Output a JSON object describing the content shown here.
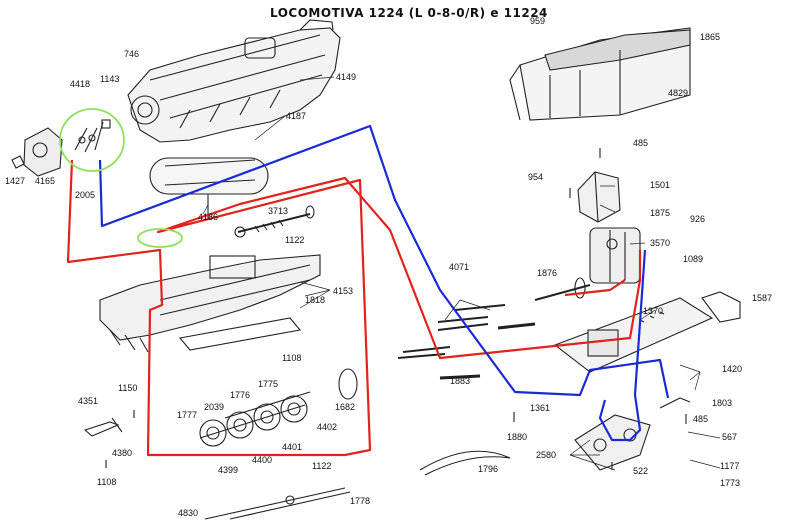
{
  "title": "LOCOMOTIVA 1224 (L 0-8-0/R) e 11224",
  "colors": {
    "ink": "#222222",
    "red_wire": "#e0231c",
    "blue_wire": "#1a2bd6",
    "highlight_circle": "#8fe05a"
  },
  "labels": {
    "p746": "746",
    "p4418": "4418",
    "p1143": "1143",
    "p4149": "4149",
    "p4187": "4187",
    "p4165": "4165",
    "p1427": "1427",
    "p2005": "2005",
    "p4186": "4186",
    "p3713": "3713",
    "p1122a": "1122",
    "p4153": "4153",
    "p1818": "1818",
    "p1108a": "1108",
    "p4071": "4071",
    "p1883": "1883",
    "p1361": "1361",
    "p1880": "1880",
    "p1796": "1796",
    "p1682": "1682",
    "p4351": "4351",
    "p1150": "1150",
    "p4380": "4380",
    "p1108b": "1108",
    "p1777": "1777",
    "p2039": "2039",
    "p1776": "1776",
    "p1775": "1775",
    "p4402": "4402",
    "p4401": "4401",
    "p4400": "4400",
    "p4399": "4399",
    "p1122b": "1122",
    "p4830b": "4830",
    "p1778": "1778",
    "p959": "959",
    "p1865": "1865",
    "p4829": "4829",
    "p485a": "485",
    "p954": "954",
    "p1501": "1501",
    "p1875": "1875",
    "p926": "926",
    "p3570": "3570",
    "p1089": "1089",
    "p1876": "1876",
    "p1587": "1587",
    "p1370": "1370",
    "p1420": "1420",
    "p1803": "1803",
    "p485b": "485",
    "p567": "567",
    "p2580": "2580",
    "p522": "522",
    "p1177": "1177",
    "p1773": "1773"
  }
}
